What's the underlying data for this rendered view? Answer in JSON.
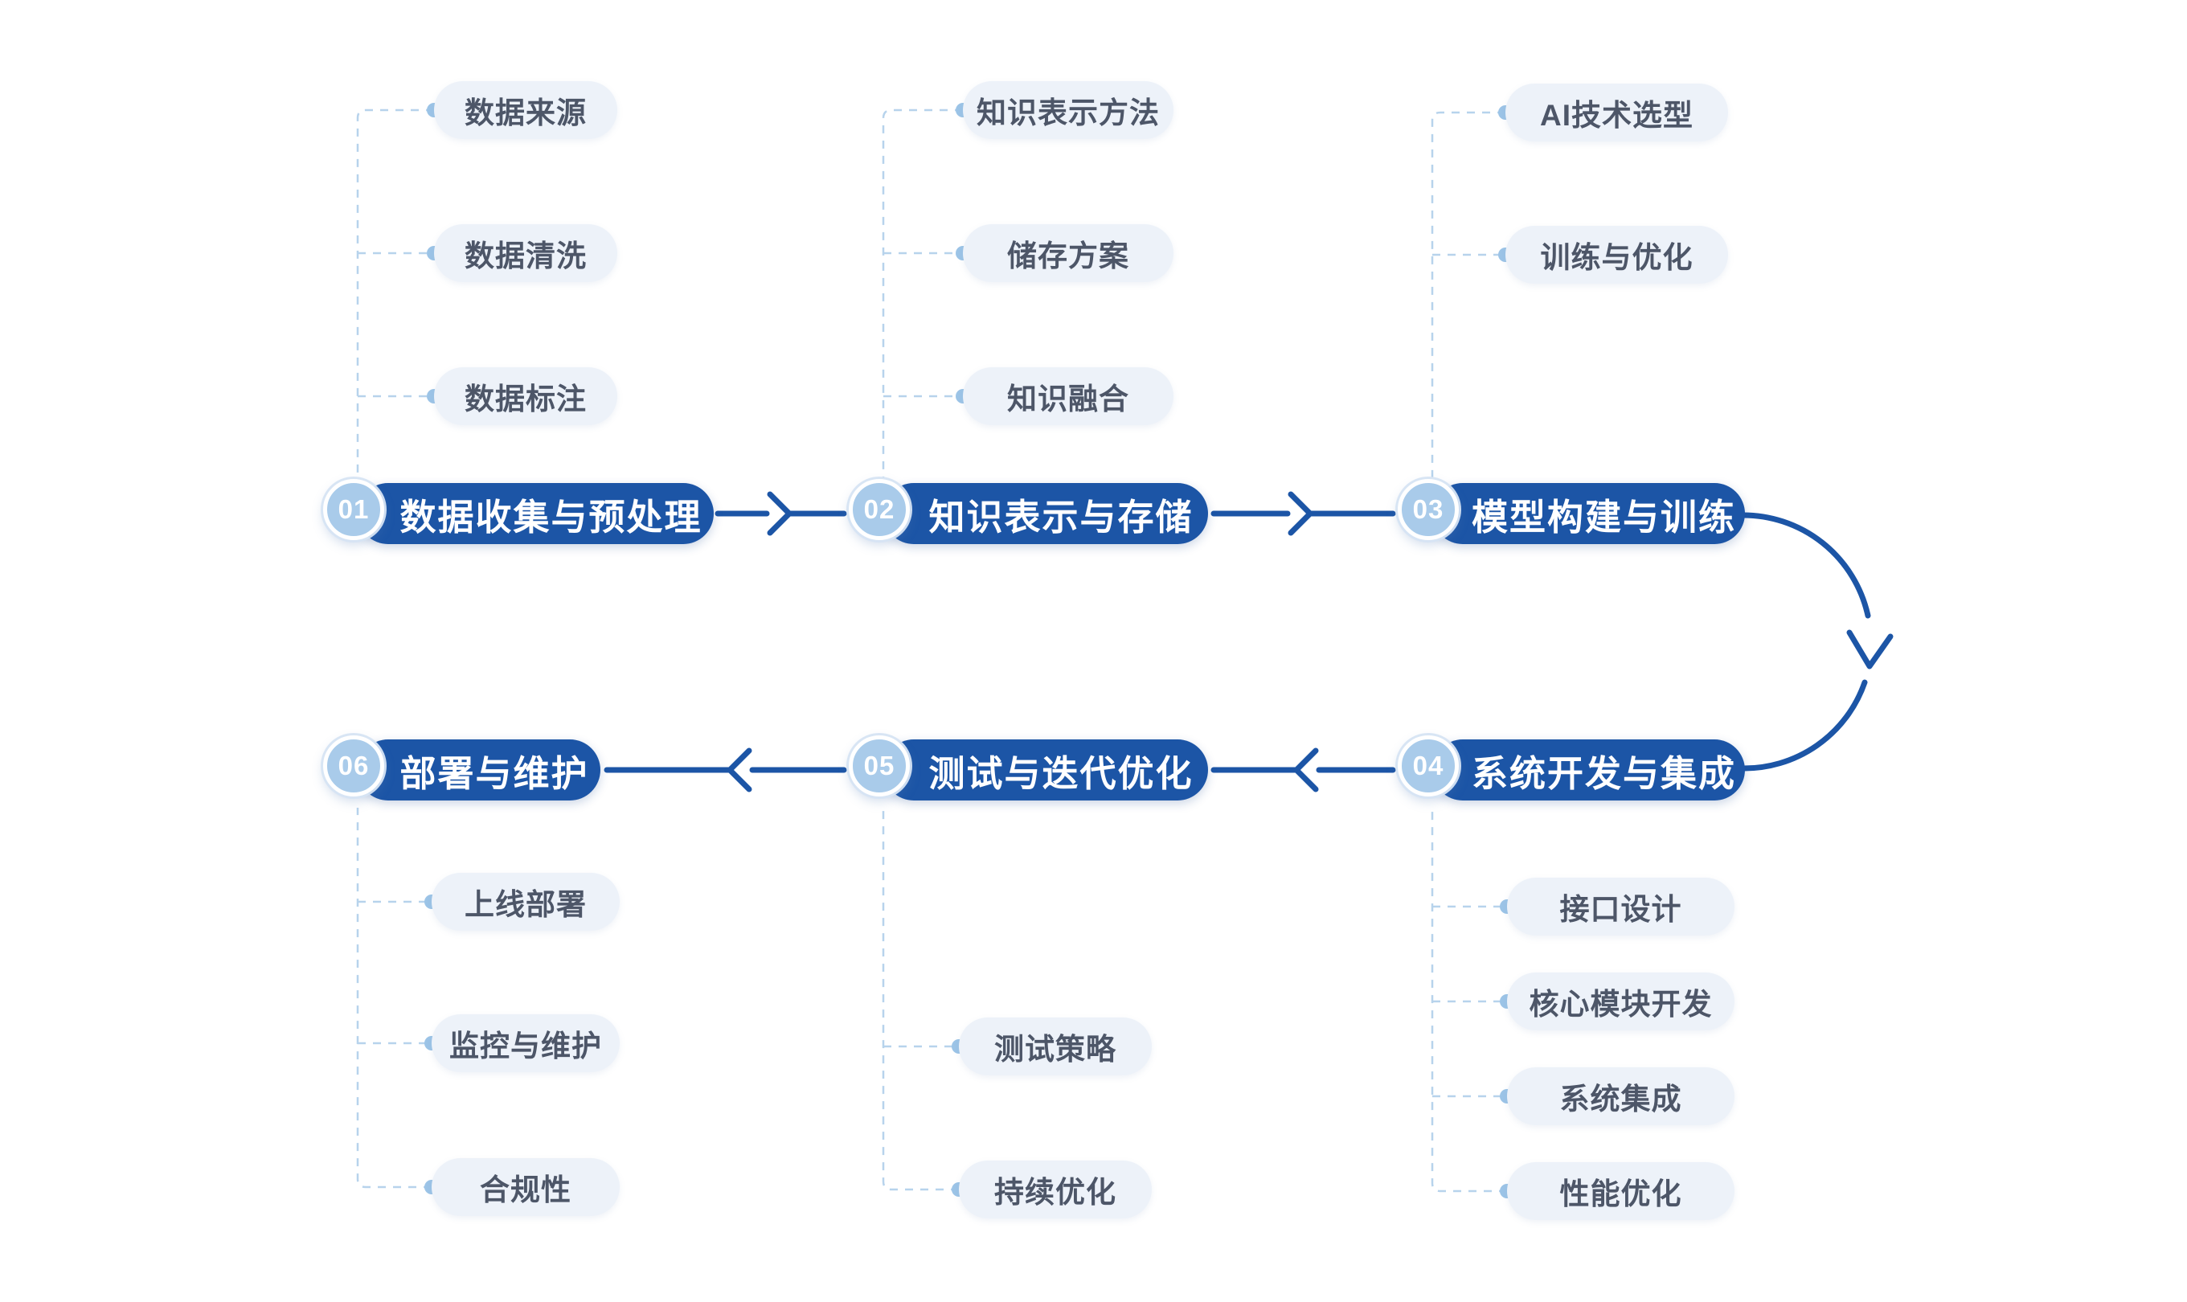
{
  "colors": {
    "primary": "#1c55a6",
    "badge_circle": "#a9cbea",
    "sub_pill_bg": "#edf2f9",
    "sub_pill_text": "#4d5668",
    "dashed_line": "#b7d3ec",
    "connector_dot": "#9cc4e7"
  },
  "stages": [
    {
      "number": "01",
      "title": "数据收集与预处理",
      "items": [
        "数据来源",
        "数据清洗",
        "数据标注"
      ]
    },
    {
      "number": "02",
      "title": "知识表示与存储",
      "items": [
        "知识表示方法",
        "储存方案",
        "知识融合"
      ]
    },
    {
      "number": "03",
      "title": "模型构建与训练",
      "items": [
        "AI技术选型",
        "训练与优化"
      ]
    },
    {
      "number": "04",
      "title": "系统开发与集成",
      "items": [
        "接口设计",
        "核心模块开发",
        "系统集成",
        "性能优化"
      ]
    },
    {
      "number": "05",
      "title": "测试与迭代优化",
      "items": [
        "测试策略",
        "持续优化"
      ]
    },
    {
      "number": "06",
      "title": "部署与维护",
      "items": [
        "上线部署",
        "监控与维护",
        "合规性"
      ]
    }
  ]
}
